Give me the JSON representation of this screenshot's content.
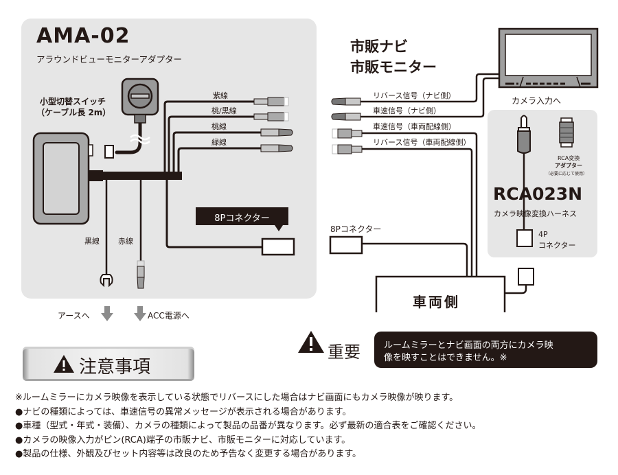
{
  "adapter": {
    "model": "AMA-02",
    "subtitle": "アラウンドビューモニターアダプター",
    "switch_label_line1": "小型切替スイッチ",
    "switch_label_line2": "（ケーブル長 2m）",
    "wires": [
      {
        "label": "紫線",
        "connector": "female"
      },
      {
        "label": "桃/黒線",
        "connector": "female"
      },
      {
        "label": "桃線",
        "connector": "male"
      },
      {
        "label": "緑線",
        "connector": "male"
      }
    ],
    "connector_callout": "8Pコネクター",
    "black_wire": "黒線",
    "red_wire": "赤線",
    "to_ground": "アースへ",
    "to_acc": "ACC電源へ"
  },
  "navi": {
    "title_line1": "市販ナビ",
    "title_line2": "市販モニター",
    "signals": [
      "リバース信号（ナビ側）",
      "車速信号（ナビ側）",
      "車速信号（車両配線側）",
      "リバース信号（車両配線側）"
    ],
    "camera_input": "カメラ入力へ",
    "connector_8p": "8Pコネクター",
    "vehicle_side": "車両側"
  },
  "harness": {
    "adapter_label_line1": "RCA変換",
    "adapter_label_line2": "アダプター",
    "adapter_label_line3": "（必要に応じて使用）",
    "model": "RCA023N",
    "subtitle": "カメラ映像変換ハーネス",
    "connector_line1": "4P",
    "connector_line2": "コネクター"
  },
  "important": {
    "label": "重要",
    "message_line1": "ルームミラーとナビ画面の両方にカメラ映",
    "message_line2": "像を映すことはできません。※"
  },
  "notice": {
    "title": "注意事項",
    "notes": [
      "※ルームミラーにカメラ映像を表示している状態でリバースにした場合はナビ画面にもカメラ映像が映ります。",
      "●ナビの種類によっては、車速信号の異常メッセージが表示される場合があります。",
      "●車種（型式・年式・装備）、カメラの種類によって製品の品番が異なります。必ず最新の適合表をご確認ください。",
      "●カメラの映像入力がピン(RCA)端子の市販ナビ、市販モニターに対応しています。",
      "●製品の仕様、外観及びセット内容等は改良のため予告なく変更する場合があります。"
    ]
  },
  "colors": {
    "ink": "#231815",
    "panel": "#e6e6e6",
    "arrow": "#8c8c8c"
  }
}
